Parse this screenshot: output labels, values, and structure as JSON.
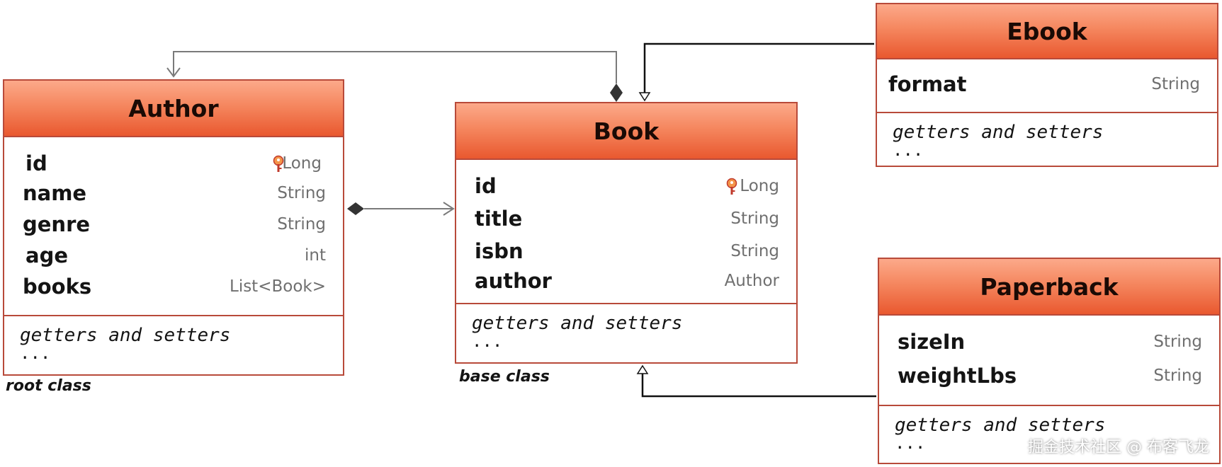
{
  "classes": {
    "author": {
      "name": "Author",
      "attributes": [
        {
          "name": "id",
          "type": "Long",
          "primary_key": true
        },
        {
          "name": "name",
          "type": "String"
        },
        {
          "name": "genre",
          "type": "String"
        },
        {
          "name": "age",
          "type": "int"
        },
        {
          "name": "books",
          "type": "List<Book>"
        }
      ],
      "operations": [
        "getters and setters",
        "..."
      ],
      "caption": "root class"
    },
    "book": {
      "name": "Book",
      "attributes": [
        {
          "name": "id",
          "type": "Long",
          "primary_key": true
        },
        {
          "name": "title",
          "type": "String"
        },
        {
          "name": "isbn",
          "type": "String"
        },
        {
          "name": "author",
          "type": "Author"
        }
      ],
      "operations": [
        "getters and setters",
        "..."
      ],
      "caption": "base class"
    },
    "ebook": {
      "name": "Ebook",
      "attributes": [
        {
          "name": "format",
          "type": "String"
        }
      ],
      "operations": [
        "getters and setters",
        "..."
      ]
    },
    "paperback": {
      "name": "Paperback",
      "attributes": [
        {
          "name": "sizeIn",
          "type": "String"
        },
        {
          "name": "weightLbs",
          "type": "String"
        }
      ],
      "operations": [
        "getters and setters",
        "..."
      ]
    }
  },
  "relationships": [
    {
      "type": "composition",
      "from": "Author",
      "to": "Book"
    },
    {
      "type": "composition",
      "from": "Book",
      "to": "Author"
    },
    {
      "type": "generalization",
      "from": "Ebook",
      "to": "Book"
    },
    {
      "type": "generalization",
      "from": "Paperback",
      "to": "Book"
    }
  ],
  "watermark": "掘金技术社区 @ 布客飞龙",
  "colors": {
    "header_light": "#fca98a",
    "header_dark": "#e9582f",
    "border": "#b84a3a",
    "type_text": "#6f6f6f"
  }
}
